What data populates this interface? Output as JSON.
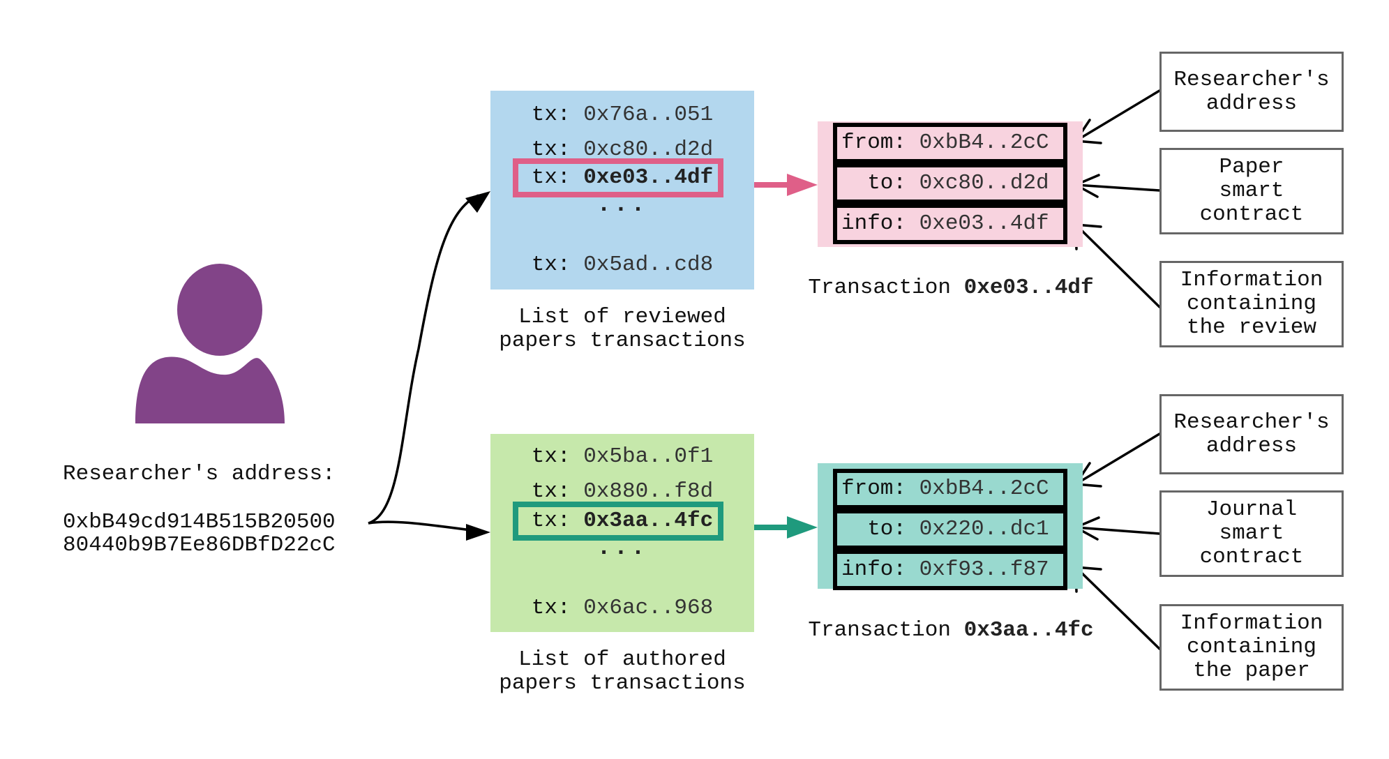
{
  "researcher": {
    "label": "Researcher's address:",
    "address": "0xbB49cd914B515B20500\n80440b9B7Ee86DBfD22cC"
  },
  "reviewed": {
    "caption": "List of reviewed\npapers transactions",
    "rows": [
      {
        "k": "tx:",
        "v": "0x76a..051"
      },
      {
        "k": "tx:",
        "v": "0xc80..d2d"
      },
      {
        "k": "tx:",
        "v": "0xe03..4df"
      }
    ],
    "ellipsis": "...",
    "last": {
      "k": "tx:",
      "v": "0x5ad..cd8"
    }
  },
  "authored": {
    "caption": "List of authored\npapers transactions",
    "rows": [
      {
        "k": "tx:",
        "v": "0x5ba..0f1"
      },
      {
        "k": "tx:",
        "v": "0x880..f8d"
      },
      {
        "k": "tx:",
        "v": "0x3aa..4fc"
      }
    ],
    "ellipsis": "...",
    "last": {
      "k": "tx:",
      "v": "0x6ac..968"
    }
  },
  "tx_review": {
    "title_prefix": "Transaction",
    "title_id": "0xe03..4df",
    "fields": [
      {
        "k": "from:",
        "v": "0xbB4..2cC"
      },
      {
        "k": "  to:",
        "v": "0xc80..d2d"
      },
      {
        "k": "info:",
        "v": "0xe03..4df"
      }
    ]
  },
  "tx_paper": {
    "title_prefix": "Transaction",
    "title_id": "0x3aa..4fc",
    "fields": [
      {
        "k": "from:",
        "v": "0xbB4..2cC"
      },
      {
        "k": "  to:",
        "v": "0x220..dc1"
      },
      {
        "k": "info:",
        "v": "0xf93..f87"
      }
    ]
  },
  "notes_top": [
    "Researcher's\naddress",
    "Paper\nsmart\ncontract",
    "Information\ncontaining\nthe review"
  ],
  "notes_bottom": [
    "Researcher's\naddress",
    "Journal\nsmart\ncontract",
    "Information\ncontaining\nthe paper"
  ],
  "colors": {
    "person": "#824488",
    "review_panel": "#b3d7ee",
    "paper_panel": "#c6e8ab",
    "review_accent": "#df5f88",
    "paper_accent": "#1f9a7d",
    "review_card": "#f8d3df",
    "paper_card": "#99d9cf"
  },
  "icons": {
    "person": "person-silhouette-icon"
  }
}
